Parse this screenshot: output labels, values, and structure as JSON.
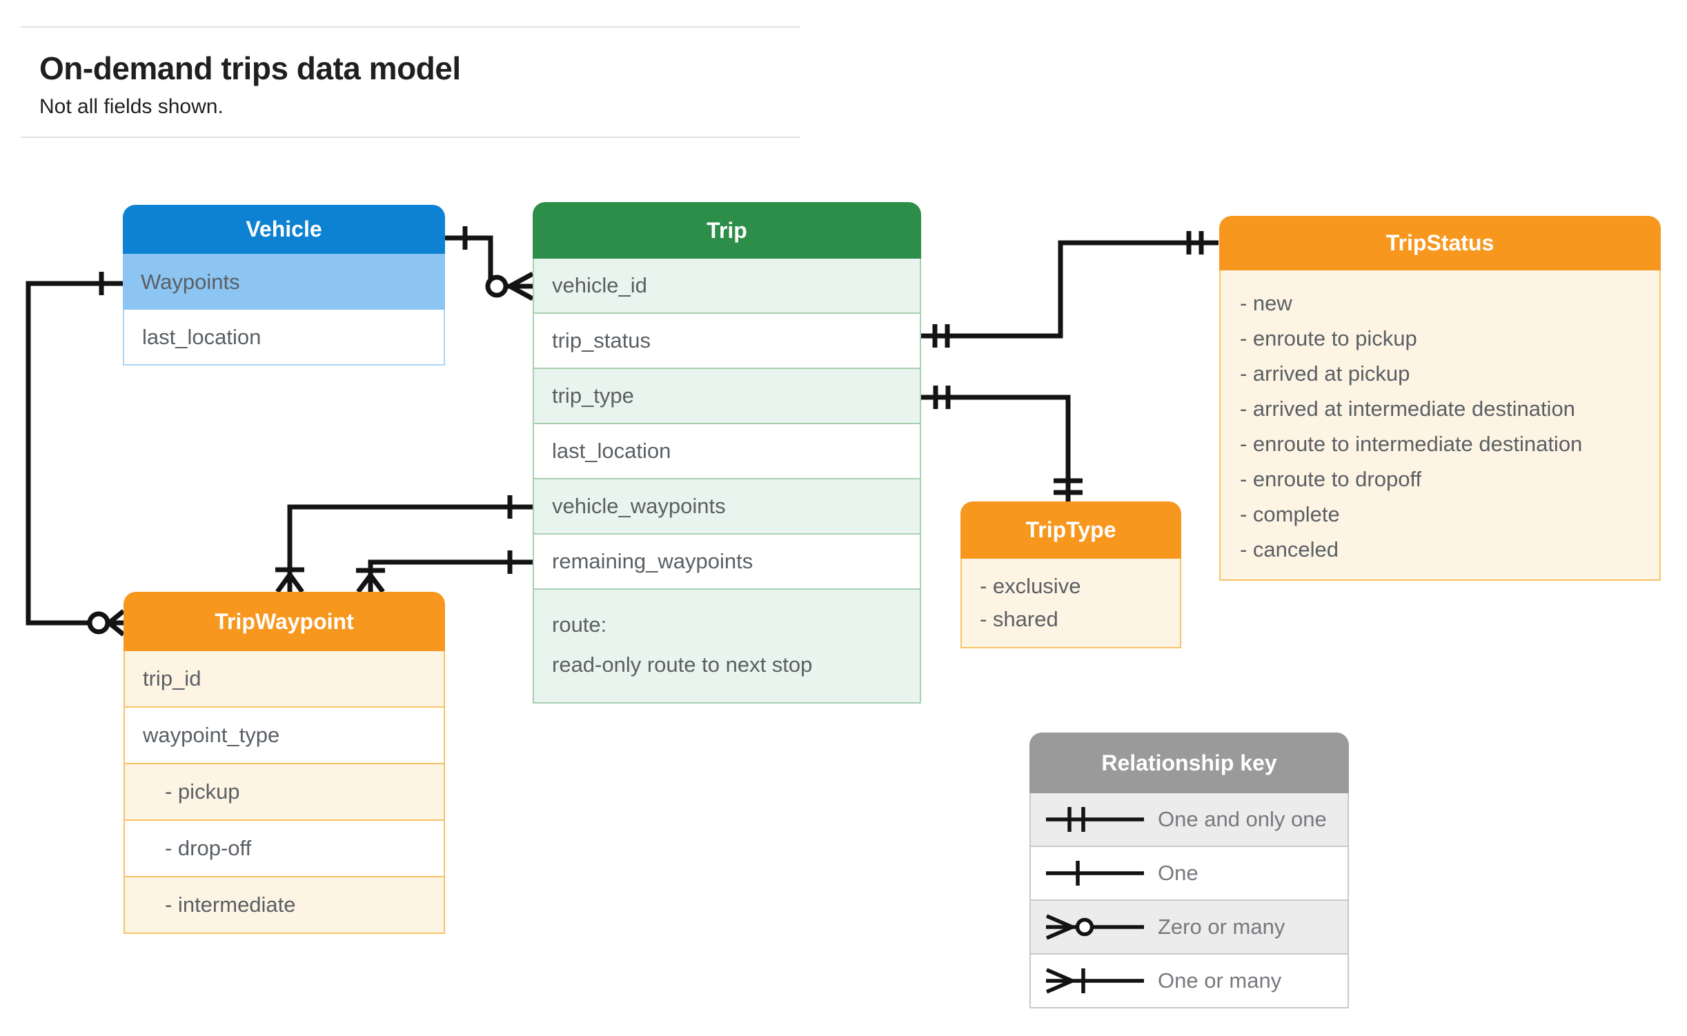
{
  "page": {
    "title": "On-demand trips data model",
    "subtitle": "Not all fields shown."
  },
  "colors": {
    "vehicle_header": "#0d81d2",
    "vehicle_highlight_row": "#8cc5f2",
    "trip_header": "#2d8e49",
    "trip_row_tint": "#e9f4ee",
    "enum_header": "#f7971e",
    "enum_body": "#fdf4e4",
    "legend_header": "#9a9a9a",
    "legend_row_tint": "#ececec",
    "wire": "#131313",
    "field_text": "#5a5f64"
  },
  "entities": {
    "vehicle": {
      "title": "Vehicle",
      "rows": [
        "Waypoints",
        "last_location"
      ]
    },
    "trip": {
      "title": "Trip",
      "rows": [
        "vehicle_id",
        "trip_status",
        "trip_type",
        "last_location",
        "vehicle_waypoints",
        "remaining_waypoints"
      ],
      "route": [
        "route:",
        "read-only route to next stop"
      ]
    },
    "trip_status": {
      "title": "TripStatus",
      "items": [
        "- new",
        "- enroute to pickup",
        "- arrived at pickup",
        "- arrived at intermediate destination",
        "- enroute to intermediate destination",
        "- enroute to dropoff",
        "- complete",
        "- canceled"
      ]
    },
    "trip_type": {
      "title": "TripType",
      "items": [
        "- exclusive",
        "- shared"
      ]
    },
    "trip_waypoint": {
      "title": "TripWaypoint",
      "rows": [
        "trip_id",
        "waypoint_type",
        "- pickup",
        "- drop-off",
        "- intermediate"
      ]
    }
  },
  "relationships": [
    {
      "from": "Vehicle",
      "to": "Trip.vehicle_id",
      "from_end": "one",
      "to_end": "zero-or-many"
    },
    {
      "from": "Vehicle.Waypoints",
      "to": "TripWaypoint",
      "from_end": "one",
      "to_end": "zero-or-many"
    },
    {
      "from": "Trip.vehicle_waypoints",
      "to": "TripWaypoint",
      "from_end": "one",
      "to_end": "one-or-many"
    },
    {
      "from": "Trip.remaining_waypoints",
      "to": "TripWaypoint",
      "from_end": "one",
      "to_end": "one-or-many"
    },
    {
      "from": "Trip.trip_status",
      "to": "TripStatus",
      "from_end": "one-and-only-one",
      "to_end": "one-and-only-one"
    },
    {
      "from": "Trip.trip_type",
      "to": "TripType",
      "from_end": "one-and-only-one",
      "to_end": "one-and-only-one"
    }
  ],
  "legend": {
    "title": "Relationship key",
    "items": [
      {
        "symbol": "one-and-only-one",
        "label": "One and only one"
      },
      {
        "symbol": "one",
        "label": "One"
      },
      {
        "symbol": "zero-or-many",
        "label": "Zero or many"
      },
      {
        "symbol": "one-or-many",
        "label": "One or many"
      }
    ]
  }
}
